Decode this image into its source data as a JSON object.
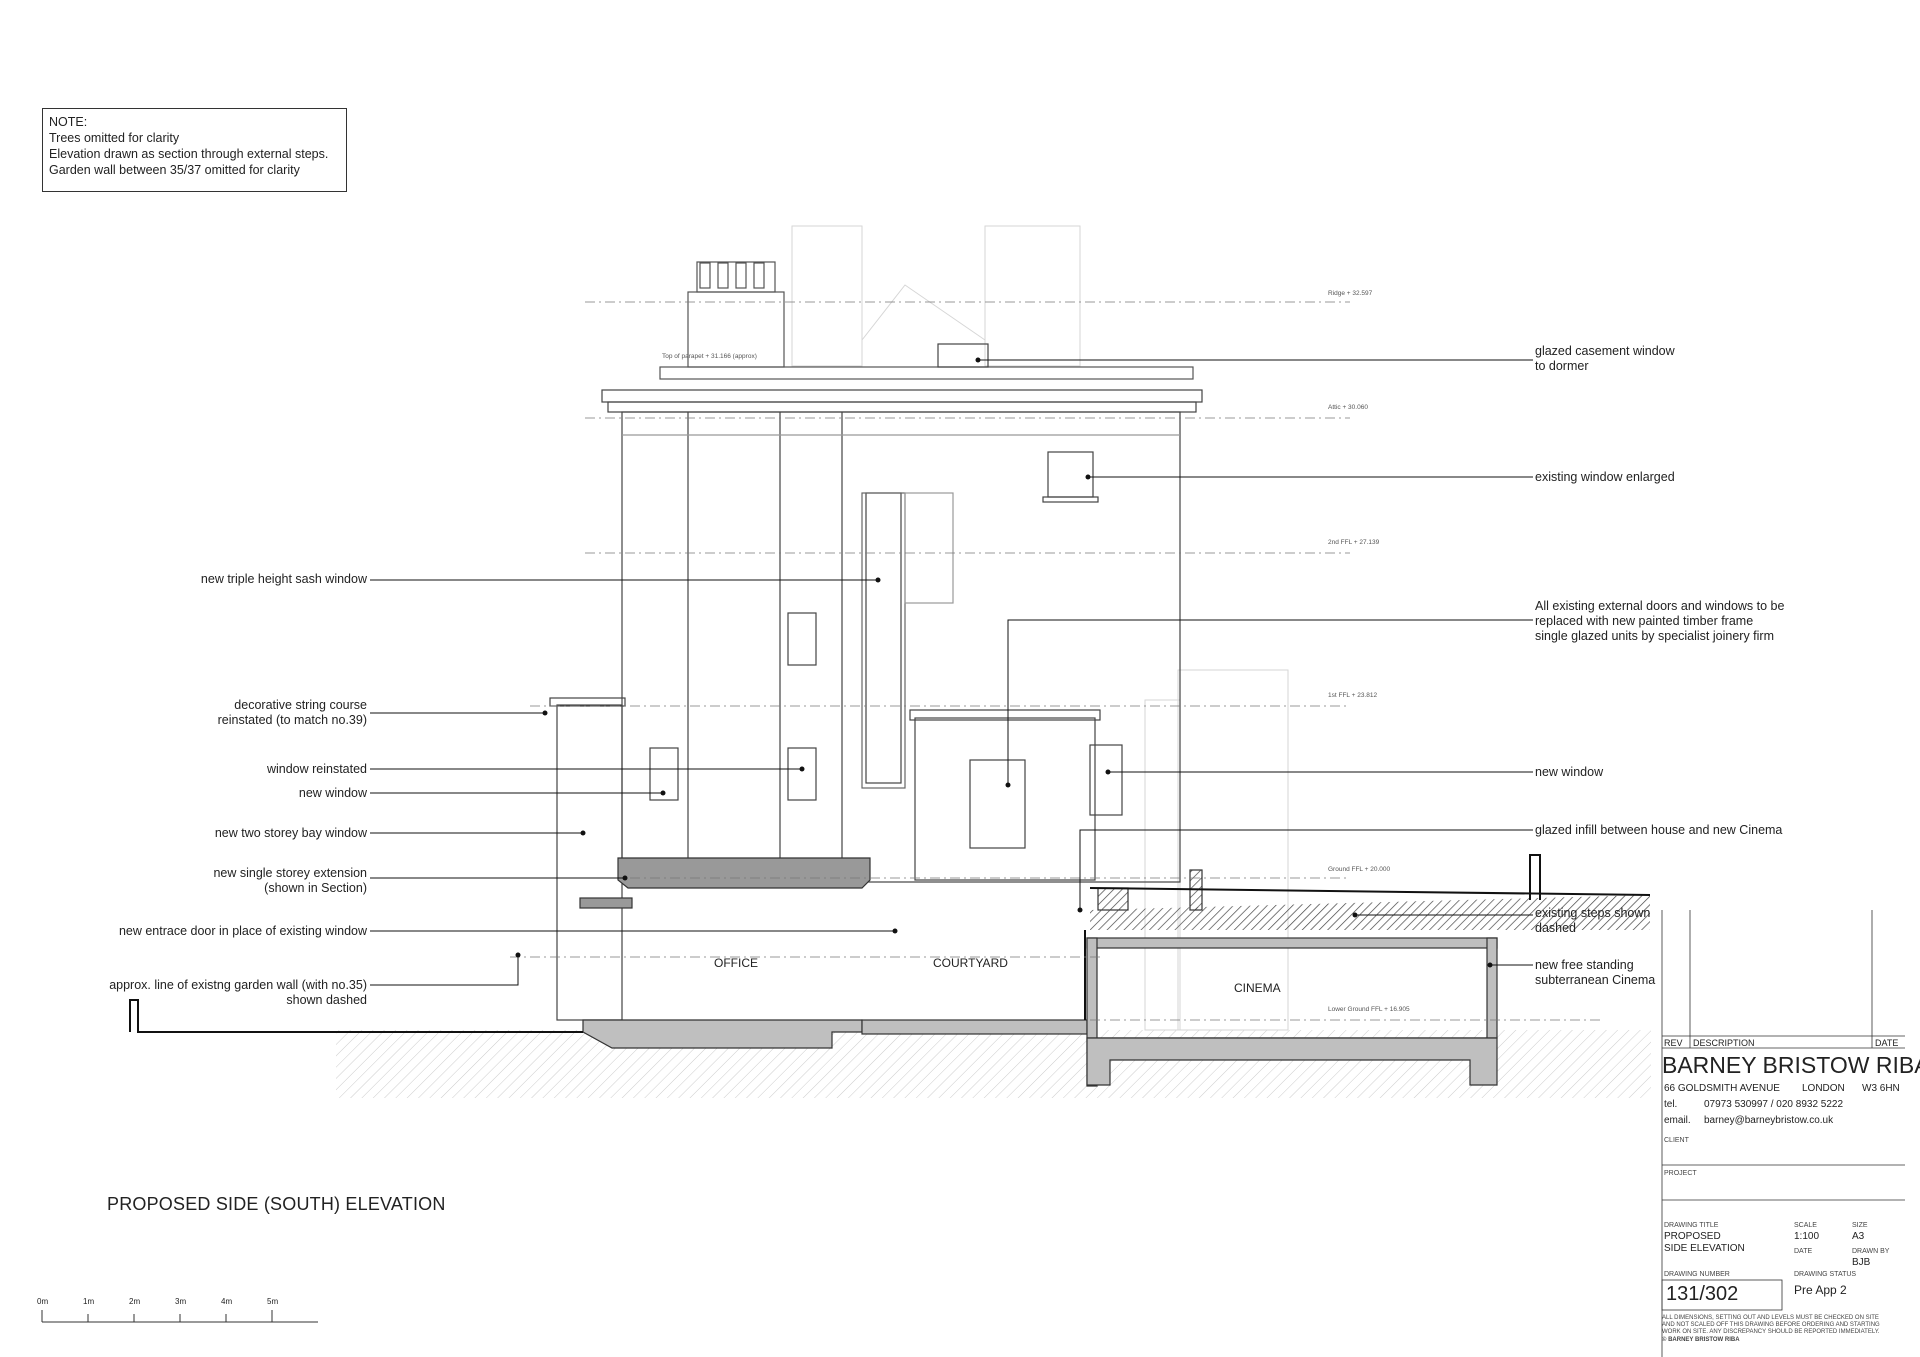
{
  "note": {
    "heading": "NOTE:",
    "lines": [
      "Trees omitted for clarity",
      "Elevation drawn as section through external steps.",
      "Garden wall between 35/37 omitted for clarity"
    ]
  },
  "labels_left": [
    "new triple height sash window",
    "decorative string course",
    "reinstated (to match no.39)",
    "window reinstated",
    "new window",
    "new two storey bay window",
    "new single storey extension",
    "(shown in Section)",
    "new entrace door in place of existing window",
    "approx. line of existng garden wall (with no.35)",
    "shown dashed"
  ],
  "labels_right": [
    "glazed casement window",
    "to dormer",
    "existing window enlarged",
    "All existing external doors and windows to be",
    "replaced with new painted timber frame",
    "single glazed units by specialist joinery firm",
    "new window",
    "glazed infill between house and new Cinema",
    "existing steps shown",
    "dashed",
    "new free standing",
    "subterranean Cinema"
  ],
  "levels": {
    "ridge": "Ridge + 32.597",
    "parapet": "Top of parapet + 31.166 (approx)",
    "attic": "Attic + 30.060",
    "second": "2nd FFL + 27.139",
    "first": "1st FFL + 23.812",
    "ground": "Ground FFL + 20.000",
    "lower": "Lower Ground FFL + 16.905"
  },
  "rooms": {
    "office": "OFFICE",
    "courtyard": "COURTYARD",
    "cinema": "CINEMA"
  },
  "drawing_title": "PROPOSED SIDE (SOUTH) ELEVATION",
  "scale_bar": [
    "0m",
    "1m",
    "2m",
    "3m",
    "4m",
    "5m"
  ],
  "title_block": {
    "rev": "REV",
    "description": "DESCRIPTION",
    "date": "DATE",
    "firm": "BARNEY BRISTOW RIBA",
    "address": "66 GOLDSMITH AVENUE",
    "city": "LONDON",
    "postcode": "W3 6HN",
    "tel_label": "tel.",
    "tel": "07973 530997 / 020 8932 5222",
    "email_label": "email.",
    "email": "barney@barneybristow.co.uk",
    "client_label": "CLIENT",
    "project_label": "PROJECT",
    "drawing_title_label": "DRAWING TITLE",
    "drawing_title_line1": "PROPOSED",
    "drawing_title_line2": "SIDE ELEVATION",
    "scale_label": "SCALE",
    "scale": "1:100",
    "size_label": "SIZE",
    "size": "A3",
    "date_label": "DATE",
    "drawn_by_label": "DRAWN BY",
    "drawn_by": "BJB",
    "drawing_number_label": "DRAWING NUMBER",
    "drawing_number": "131/302",
    "status_label": "DRAWING STATUS",
    "status": "Pre App 2",
    "disclaimer_1": "ALL DIMENSIONS, SETTING OUT AND LEVELS MUST BE CHECKED ON SITE",
    "disclaimer_2": "AND NOT SCALED OFF THIS DRAWING BEFORE ORDERING AND STARTING",
    "disclaimer_3": "WORK ON SITE. ANY DISCREPANCY SHOULD BE REPORTED IMMEDIATELY.",
    "copyright": "© BARNEY BRISTOW RIBA"
  }
}
